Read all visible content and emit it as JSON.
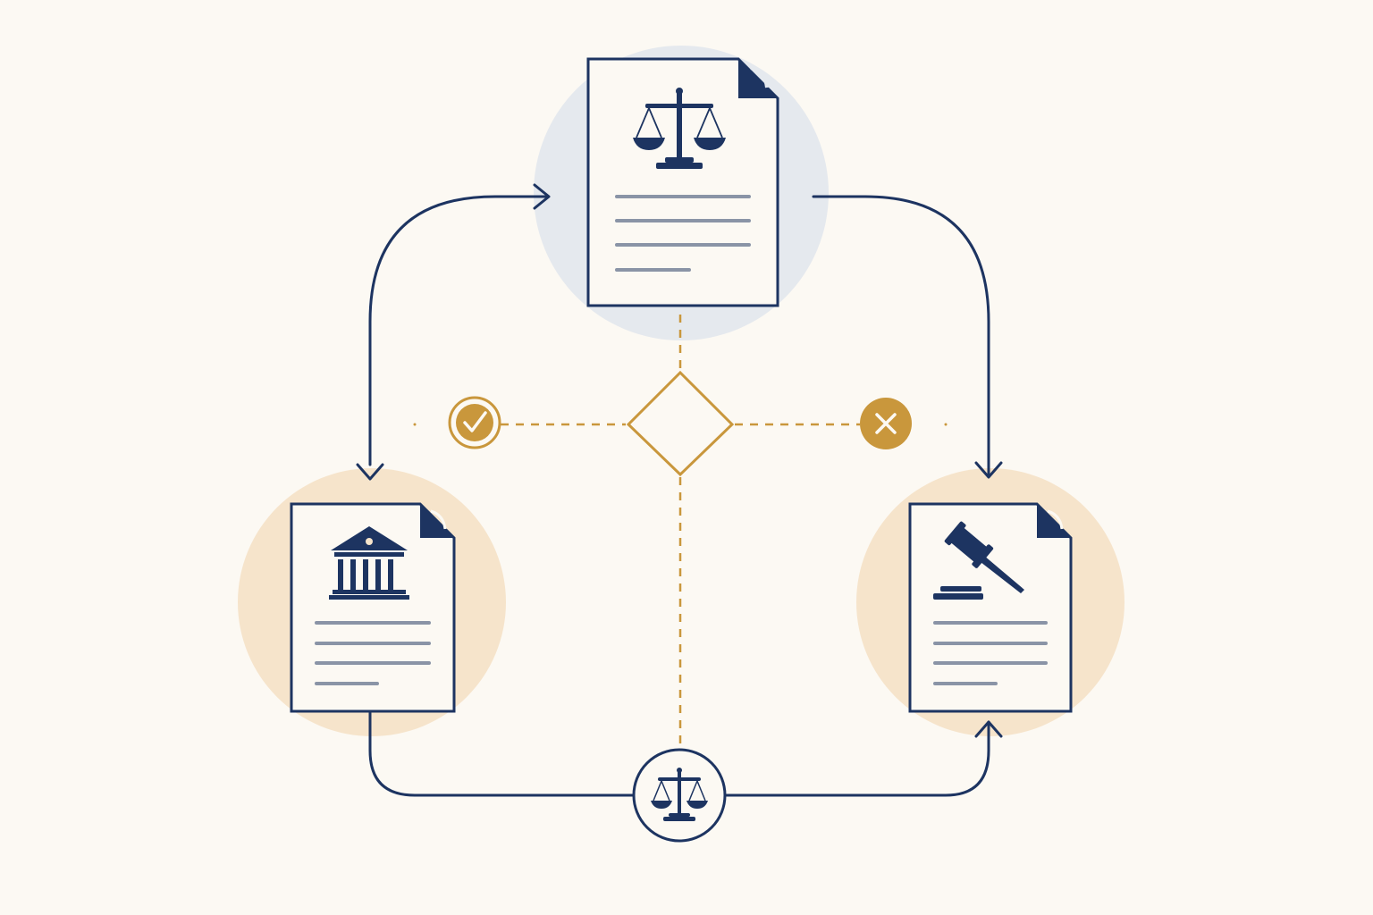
{
  "colors": {
    "background": "#fcf9f3",
    "navy": "#1d3461",
    "gold": "#c9973c",
    "text_line_gray": "#8a94a6",
    "highlight_blue": "#e5e9ee",
    "highlight_peach": "#f6e4cb",
    "paper": "#fcf9f3"
  },
  "nodes": [
    {
      "id": "top-document",
      "icon": "scales-of-justice-icon",
      "lines": 4
    },
    {
      "id": "left-document",
      "icon": "courthouse-icon",
      "lines": 4
    },
    {
      "id": "right-document",
      "icon": "gavel-icon",
      "lines": 4
    }
  ],
  "decision": {
    "shape": "diamond",
    "yes_icon": "checkmark-icon",
    "no_icon": "x-icon"
  },
  "bottom_node": {
    "icon": "scales-of-justice-icon"
  },
  "edges": [
    {
      "from": "left-document",
      "to": "top-document",
      "style": "solid-arrow"
    },
    {
      "from": "top-document",
      "to": "left-document",
      "style": "solid-arrow"
    },
    {
      "from": "top-document",
      "to": "right-document",
      "style": "solid-arrow"
    },
    {
      "from": "left-document",
      "to": "right-document",
      "via": "bottom-node",
      "style": "solid-arrow"
    },
    {
      "from": "top-document",
      "to": "decision",
      "style": "dashed"
    },
    {
      "from": "decision",
      "to": "bottom-node",
      "style": "dashed"
    },
    {
      "from": "decision",
      "to": "yes-outcome",
      "style": "dashed"
    },
    {
      "from": "decision",
      "to": "no-outcome",
      "style": "dashed"
    }
  ]
}
